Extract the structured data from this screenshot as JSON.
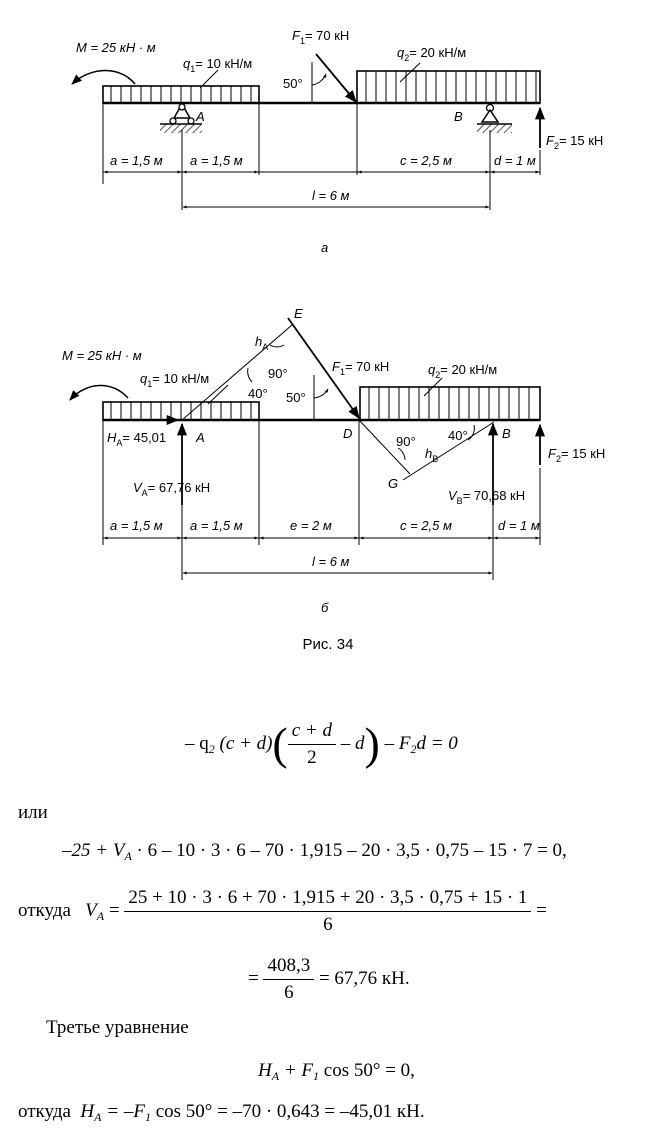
{
  "figure_a": {
    "moment": "M = 25 кН · м",
    "q1": "q",
    "q1_sub": "1",
    "q1_val": "= 10 кН/м",
    "q2": "q",
    "q2_sub": "2",
    "q2_val": "= 20 кН/м",
    "f1": "F",
    "f1_sub": "1",
    "f1_val": "= 70 кН",
    "angle": "50°",
    "a_label": "A",
    "b_label": "B",
    "f2": "F",
    "f2_sub": "2",
    "f2_val": "= 15 кН",
    "dim1": "a = 1,5 м",
    "dim2": "a = 1,5 м",
    "dim3": "c = 2,5 м",
    "dim4": "d = 1 м",
    "dim_l": "l = 6 м",
    "caption": "а"
  },
  "figure_b": {
    "moment": "M = 25 кН · м",
    "q1": "q",
    "q1_sub": "1",
    "q1_val": "= 10 кН/м",
    "q2": "q",
    "q2_sub": "2",
    "q2_val": "= 20 кН/м",
    "f1": "F",
    "f1_sub": "1",
    "f1_val": "= 70 кН",
    "e_label": "E",
    "ha": "h",
    "ha_sub": "A",
    "angle90a": "90°",
    "angle40a": "40°",
    "angle50": "50°",
    "HA": "H",
    "HA_sub": "A",
    "HA_val": "= 45,01",
    "a_label": "A",
    "d_label": "D",
    "angle90b": "90°",
    "hb": "h",
    "hb_sub": "B",
    "angle40b": "40°",
    "b_label": "B",
    "g_label": "G",
    "VA": "V",
    "VA_sub": "A",
    "VA_val": "= 67,76 кН",
    "VB": "V",
    "VB_sub": "B",
    "VB_val": "= 70,68 кН",
    "f2": "F",
    "f2_sub": "2",
    "f2_val": "= 15 кН",
    "dim1": "a = 1,5 м",
    "dim2": "a = 1,5 м",
    "dim3": "e = 2 м",
    "dim4": "c = 2,5 м",
    "dim5": "d = 1 м",
    "dim_l": "l = 6 м",
    "caption": "б"
  },
  "figure_caption": "Рис. 34",
  "text": {
    "eq1_q": "– q",
    "eq1_q_sub": "2",
    "eq1_mid": "(c + d)",
    "eq1_frac_num": "c + d",
    "eq1_frac_den": "2",
    "eq1_after_frac": "– d",
    "eq1_tail": "– F",
    "eq1_tail_sub": "2",
    "eq1_end": "d = 0",
    "or": "или",
    "eq2_pre": "–25 + V",
    "eq2_sub": "A",
    "eq2_post": "· 6 – 10 · 3 · 6 – 70 · 1,915 – 20 · 3,5 · 0,75 – 15 · 7 = 0,",
    "whence1": "откуда",
    "va_lhs": "V",
    "va_lhs_sub": "A",
    "va_num": "25 + 10 · 3 · 6 + 70 · 1,915 + 20 · 3,5 · 0,75 + 15 · 1",
    "va_den": "6",
    "approx1": "=",
    "approx2": "=",
    "res_num": "408,3",
    "res_den": "6",
    "res_val": "= 67,76 кН.",
    "third": "Третье уравнение",
    "eq3_h": "H",
    "eq3_h_sub": "A",
    "eq3_mid": "+ F",
    "eq3_mid_sub": "1",
    "eq3_end": "cos 50° = 0,",
    "whence2": "откуда",
    "ha_lhs": "H",
    "ha_lhs_sub": "A",
    "ha_mid": "= –F",
    "ha_mid_sub": "1",
    "ha_end": "cos 50° = –70 · 0,643 = –45,01 кН."
  }
}
